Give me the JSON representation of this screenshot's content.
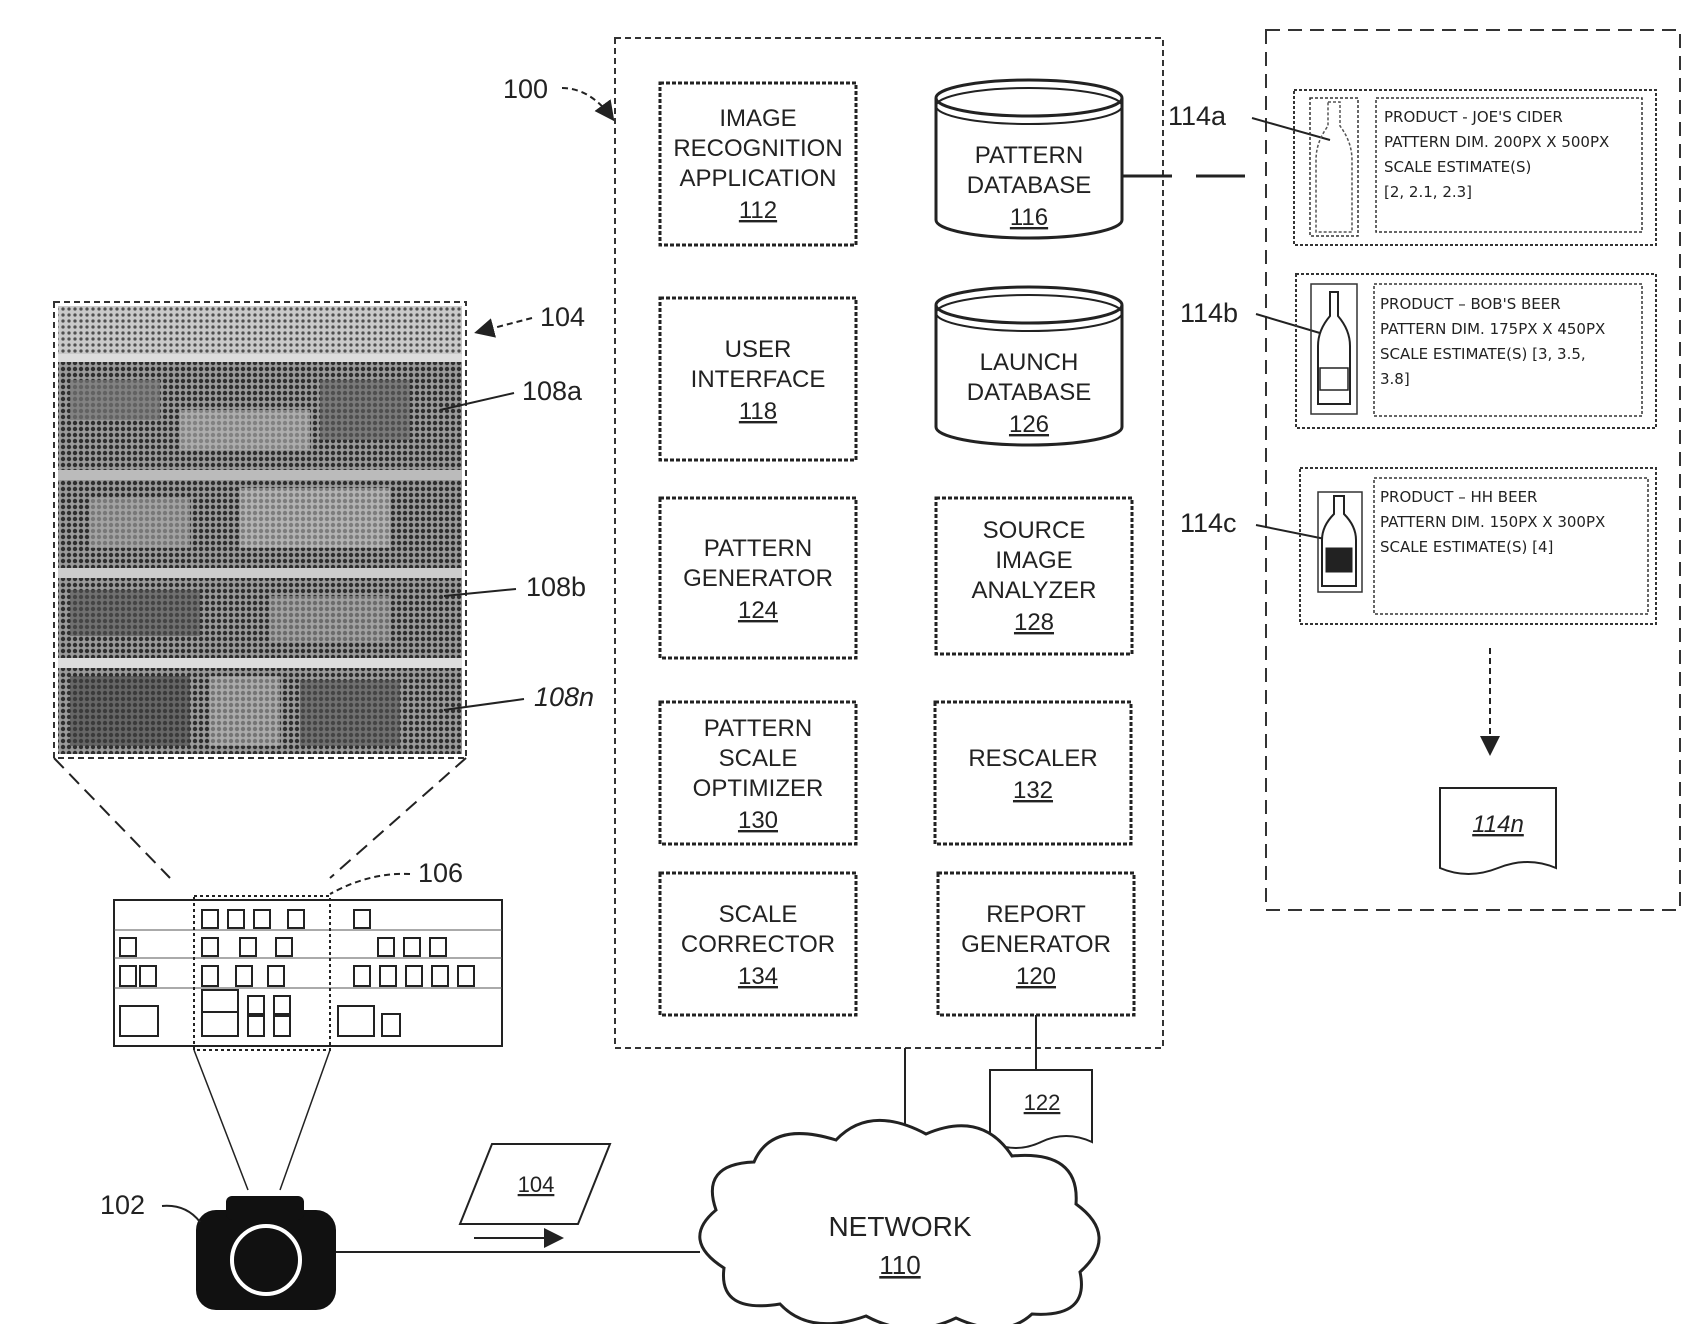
{
  "system": {
    "ref": "100",
    "modules": [
      {
        "id": "img_rec",
        "lines": [
          "IMAGE",
          "RECOGNITION",
          "APPLICATION"
        ],
        "ref": "112"
      },
      {
        "id": "pattern_db",
        "lines": [
          "PATTERN",
          "DATABASE"
        ],
        "ref": "116"
      },
      {
        "id": "ui",
        "lines": [
          "USER",
          "INTERFACE"
        ],
        "ref": "118"
      },
      {
        "id": "launch_db",
        "lines": [
          "LAUNCH",
          "DATABASE"
        ],
        "ref": "126"
      },
      {
        "id": "pattern_gen",
        "lines": [
          "PATTERN",
          "GENERATOR"
        ],
        "ref": "124"
      },
      {
        "id": "source_img",
        "lines": [
          "SOURCE",
          "IMAGE",
          "ANALYZER"
        ],
        "ref": "128"
      },
      {
        "id": "scale_opt",
        "lines": [
          "PATTERN",
          "SCALE",
          "OPTIMIZER"
        ],
        "ref": "130"
      },
      {
        "id": "rescaler",
        "lines": [
          "RESCALER"
        ],
        "ref": "132"
      },
      {
        "id": "scale_cor",
        "lines": [
          "SCALE",
          "CORRECTOR"
        ],
        "ref": "134"
      },
      {
        "id": "report_gen",
        "lines": [
          "REPORT",
          "GENERATOR"
        ],
        "ref": "120"
      }
    ]
  },
  "report_ref": "122",
  "network": {
    "label": "NETWORK",
    "ref": "110"
  },
  "camera_ref": "102",
  "image_ref": "104",
  "image_doc_ref": "104",
  "shelf_ref": "106",
  "shelf_rows": [
    "108a",
    "108b",
    "108n"
  ],
  "patterns": [
    {
      "ref": "114a",
      "lines": [
        "PRODUCT - JOE'S CIDER",
        "PATTERN DIM. 200PX X 500PX",
        "SCALE ESTIMATE(S)",
        "[2, 2.1, 2.3]"
      ]
    },
    {
      "ref": "114b",
      "lines": [
        "PRODUCT – BOB'S BEER",
        "PATTERN DIM. 175PX X 450PX",
        "SCALE ESTIMATE(S) [3, 3.5,",
        "3.8]"
      ]
    },
    {
      "ref": "114c",
      "lines": [
        "PRODUCT – HH BEER",
        "PATTERN DIM. 150PX X 300PX",
        "SCALE ESTIMATE(S) [4]"
      ]
    }
  ],
  "pattern_more_ref": "114n"
}
